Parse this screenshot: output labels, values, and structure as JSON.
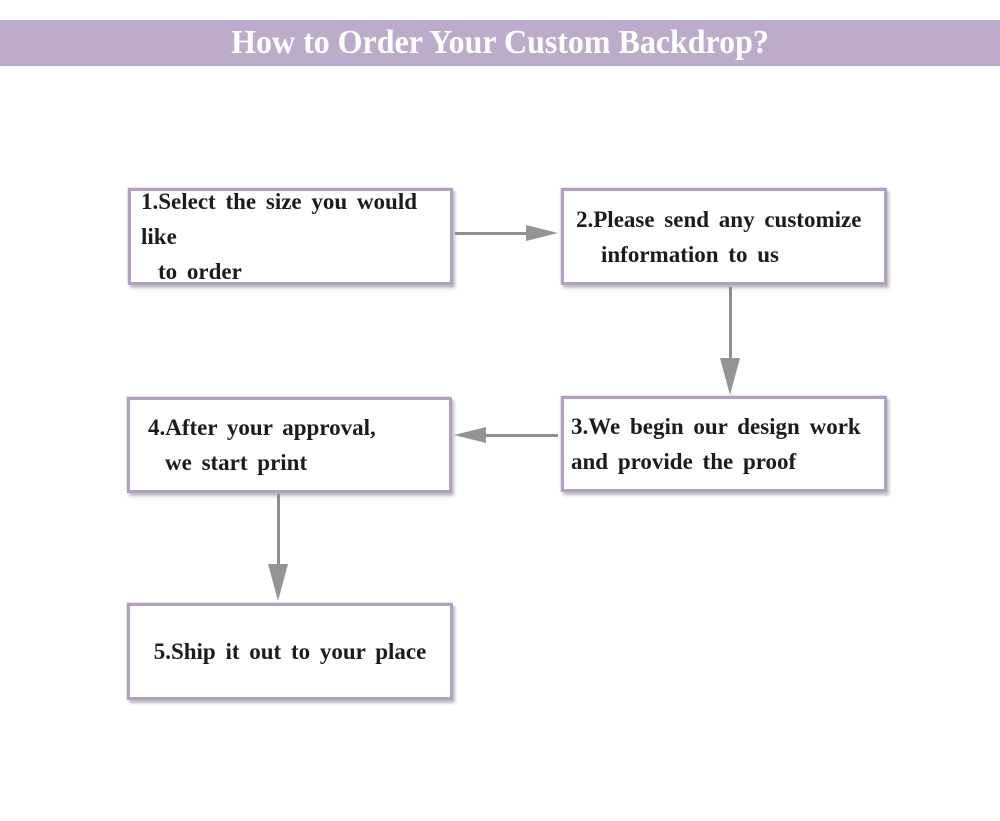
{
  "banner": {
    "title": "How to Order Your Custom Backdrop?",
    "bg_color": "#bcabc9",
    "text_color": "#ffffff"
  },
  "flowchart": {
    "box_border_color": "#b2a0c3",
    "arrow_color": "#8f8f8f",
    "text_color": "#1c1c1c",
    "steps": [
      {
        "id": 1,
        "lines": [
          "1.Select the size you would like",
          "to order"
        ]
      },
      {
        "id": 2,
        "lines": [
          "2.Please send any customize",
          "information to us"
        ]
      },
      {
        "id": 3,
        "lines": [
          "3.We begin our design work",
          "and provide the proof"
        ]
      },
      {
        "id": 4,
        "lines": [
          "4.After your approval,",
          "we start print"
        ]
      },
      {
        "id": 5,
        "lines": [
          "5.Ship it out to your place"
        ]
      }
    ],
    "arrows": [
      {
        "from": 1,
        "to": 2,
        "direction": "right"
      },
      {
        "from": 2,
        "to": 3,
        "direction": "down"
      },
      {
        "from": 3,
        "to": 4,
        "direction": "left"
      },
      {
        "from": 4,
        "to": 5,
        "direction": "down"
      }
    ]
  }
}
